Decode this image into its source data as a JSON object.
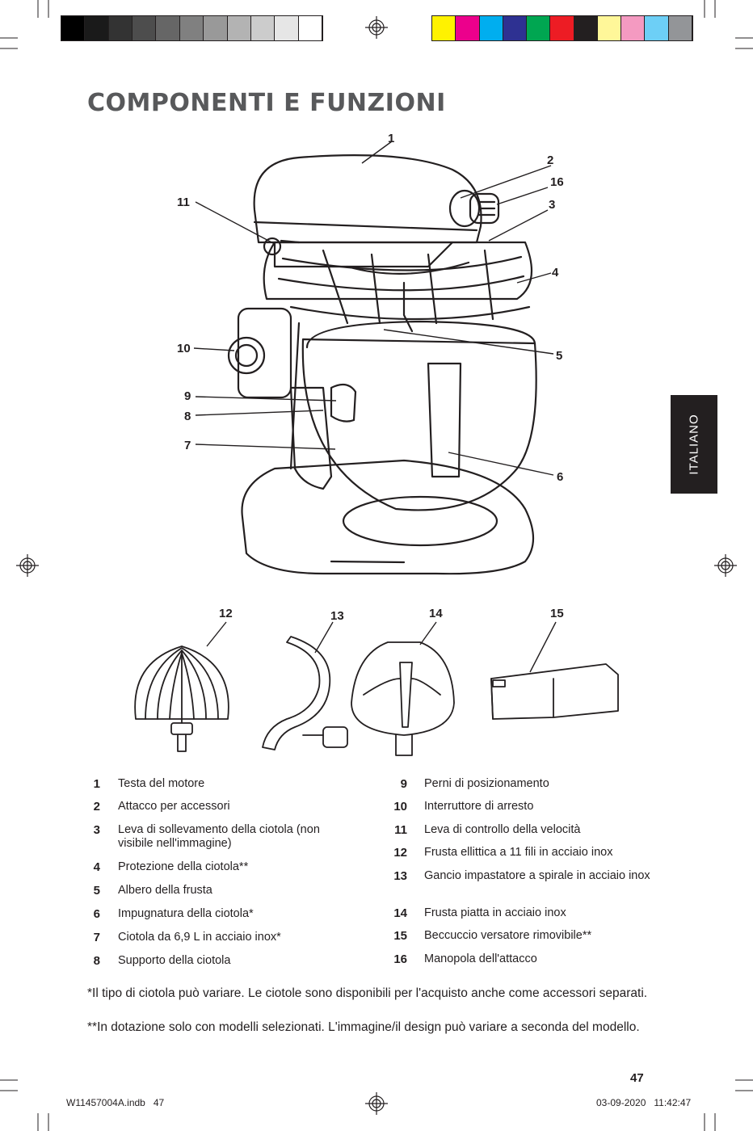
{
  "header": {
    "title": "COMPONENTI E FUNZIONI"
  },
  "side_tab": {
    "label": "ITALIANO"
  },
  "callouts": [
    "1",
    "2",
    "16",
    "3",
    "11",
    "4",
    "10",
    "5",
    "9",
    "8",
    "7",
    "6",
    "12",
    "13",
    "14",
    "15"
  ],
  "legend": {
    "left": [
      {
        "num": "1",
        "text": "Testa del motore"
      },
      {
        "num": "2",
        "text": "Attacco per accessori"
      },
      {
        "num": "3",
        "text": "Leva di sollevamento della ciotola (non visibile nell'immagine)"
      },
      {
        "num": "4",
        "text": "Protezione della ciotola**"
      },
      {
        "num": "5",
        "text": "Albero della frusta"
      },
      {
        "num": "6",
        "text": "Impugnatura della ciotola*"
      },
      {
        "num": "7",
        "text": "Ciotola da 6,9 L in acciaio inox*"
      },
      {
        "num": "8",
        "text": "Supporto della ciotola"
      }
    ],
    "right": [
      {
        "num": "9",
        "text": "Perni di posizionamento"
      },
      {
        "num": "10",
        "text": "Interruttore di arresto"
      },
      {
        "num": "11",
        "text": "Leva di controllo della velocità"
      },
      {
        "num": "12",
        "text": "Frusta ellittica a 11 fili in acciaio inox"
      },
      {
        "num": "13",
        "text": "Gancio impastatore a spirale in acciaio inox"
      },
      {
        "num": "14",
        "text": "Frusta piatta in acciaio inox"
      },
      {
        "num": "15",
        "text": "Beccuccio versatore rimovibile**"
      },
      {
        "num": "16",
        "text": "Manopola dell'attacco"
      }
    ]
  },
  "notes": {
    "note1": "*Il tipo di ciotola può variare. Le ciotole sono disponibili per l'acquisto anche come accessori separati.",
    "note2": "**In dotazione solo con modelli selezionati. L'immagine/il design può variare a seconda del modello."
  },
  "page_number": "47",
  "slug": {
    "file": "W11457004A.indb   47",
    "date": "03-09-2020   11:42:47"
  },
  "colors": {
    "gray_bar": [
      "#000000",
      "#1a1a1a",
      "#333333",
      "#4d4d4d",
      "#666666",
      "#808080",
      "#999999",
      "#b3b3b3",
      "#cccccc",
      "#e6e6e6",
      "#ffffff"
    ],
    "color_bar": [
      "#fff200",
      "#ec008c",
      "#00aeef",
      "#2e3192",
      "#00a651",
      "#ed1c24",
      "#231f20",
      "#fff799",
      "#f49ac1",
      "#6dcff6",
      "#939598"
    ],
    "title": "#58595b",
    "tab": "#231f20"
  }
}
